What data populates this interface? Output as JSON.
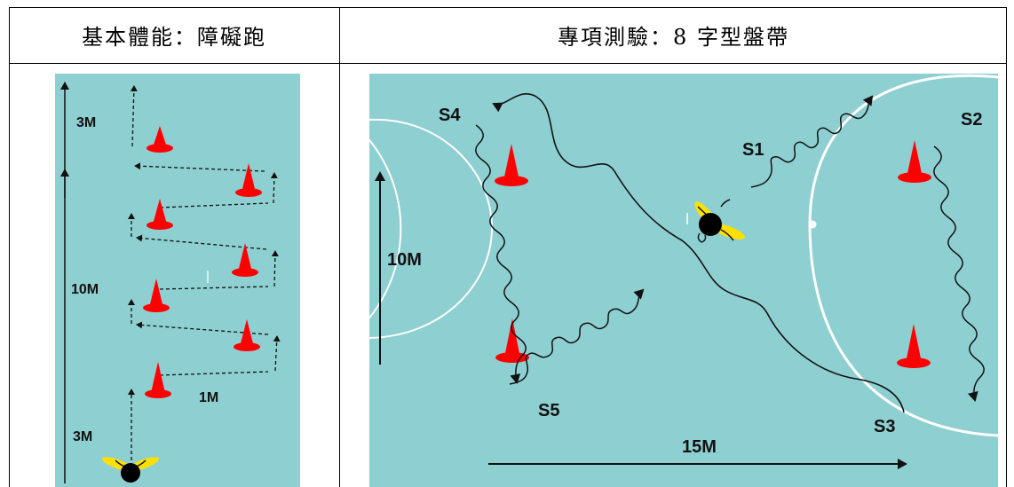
{
  "headers": {
    "left": "基本體能：障礙跑",
    "right": "專項測驗：8 字型盤帶"
  },
  "left_diagram": {
    "labels": {
      "top_distance": "3M",
      "middle_distance": "10M",
      "bottom_distance": "3M",
      "spacing": "1M"
    }
  },
  "right_diagram": {
    "labels": {
      "s1": "S1",
      "s2": "S2",
      "s3": "S3",
      "s4": "S4",
      "s5": "S5",
      "vertical_distance": "10M",
      "horizontal_distance": "15M"
    }
  },
  "colors": {
    "field": "#8ecfd1",
    "cone": "#ff0000",
    "line": "#111111",
    "court_line": "#ffffff",
    "player_accent": "#ffe000"
  }
}
